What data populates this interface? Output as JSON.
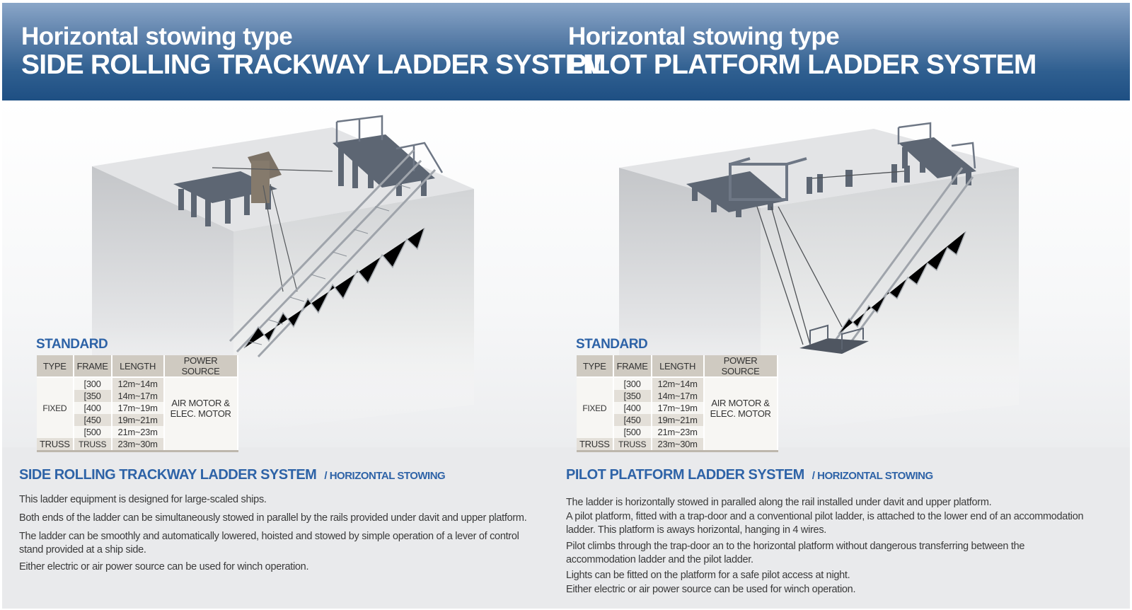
{
  "left": {
    "header_line1": "Horizontal stowing type",
    "header_line2": "SIDE ROLLING TRACKWAY LADDER SYSTEM",
    "standard_label": "STANDARD",
    "section_title": "SIDE ROLLING TRACKWAY LADDER SYSTEM",
    "section_subtitle": "/ HORIZONTAL STOWING",
    "paragraphs": [
      "This ladder equipment is designed for large-scaled ships.",
      "Both ends of the ladder can be simultaneously stowed in parallel by the rails provided under davit and upper platform.",
      "The ladder can be smoothly and automatically lowered, hoisted and stowed by simple operation of a lever of control stand provided at a ship side.",
      "Either electric or air power source can be used for winch operation."
    ]
  },
  "right": {
    "header_line1": "Horizontal stowing type",
    "header_line2": "PILOT PLATFORM LADDER SYSTEM",
    "standard_label": "STANDARD",
    "section_title": "PILOT PLATFORM LADDER SYSTEM",
    "section_subtitle": "/ HORIZONTAL STOWING",
    "paragraphs": [
      "The ladder is horizontally stowed in paralled along the rail installed under davit and upper platform.",
      "A pilot platform, fitted with a trap-door and a conventional pilot ladder, is attached to the lower end of an accommodation ladder. This platform is aways horizontal, hanging in 4 wires.",
      "Pilot climbs through the trap-door an to the horizontal platform without dangerous transferring between the accommodation ladder and the pilot ladder.",
      "Lights can be fitted on the platform for a safe pilot access at night.",
      "Either electric or air power source can be used for winch operation."
    ]
  },
  "table": {
    "headers": [
      "TYPE",
      "FRAME",
      "LENGTH",
      "POWER SOURCE"
    ],
    "type_fixed": "FIXED",
    "frames": [
      "[300",
      "[350",
      "[400",
      "[450",
      "[500"
    ],
    "lengths": [
      "12m~14m",
      "14m~17m",
      "17m~19m",
      "19m~21m",
      "21m~23m"
    ],
    "power_line1": "AIR MOTOR &",
    "power_line2": "ELEC. MOTOR",
    "truss_type": "TRUSS",
    "truss_frame": "TRUSS",
    "truss_length": "23m~30m"
  },
  "colors": {
    "header_blue": "#1e4f83",
    "accent_blue": "#2e63a7",
    "table_header": "#cfcac1"
  }
}
